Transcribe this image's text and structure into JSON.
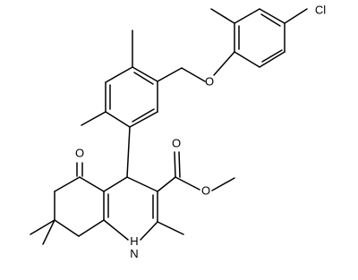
{
  "molecule": {
    "atom_labels": {
      "carbonyl_oxygen": "O",
      "ester_oxygen_double": "O",
      "ester_oxygen_single": "O",
      "ether_oxygen": "O",
      "chlorine": "Cl",
      "amine": "H\nN"
    },
    "colors": {
      "bonds": "#000000",
      "background": "#ffffff"
    }
  }
}
